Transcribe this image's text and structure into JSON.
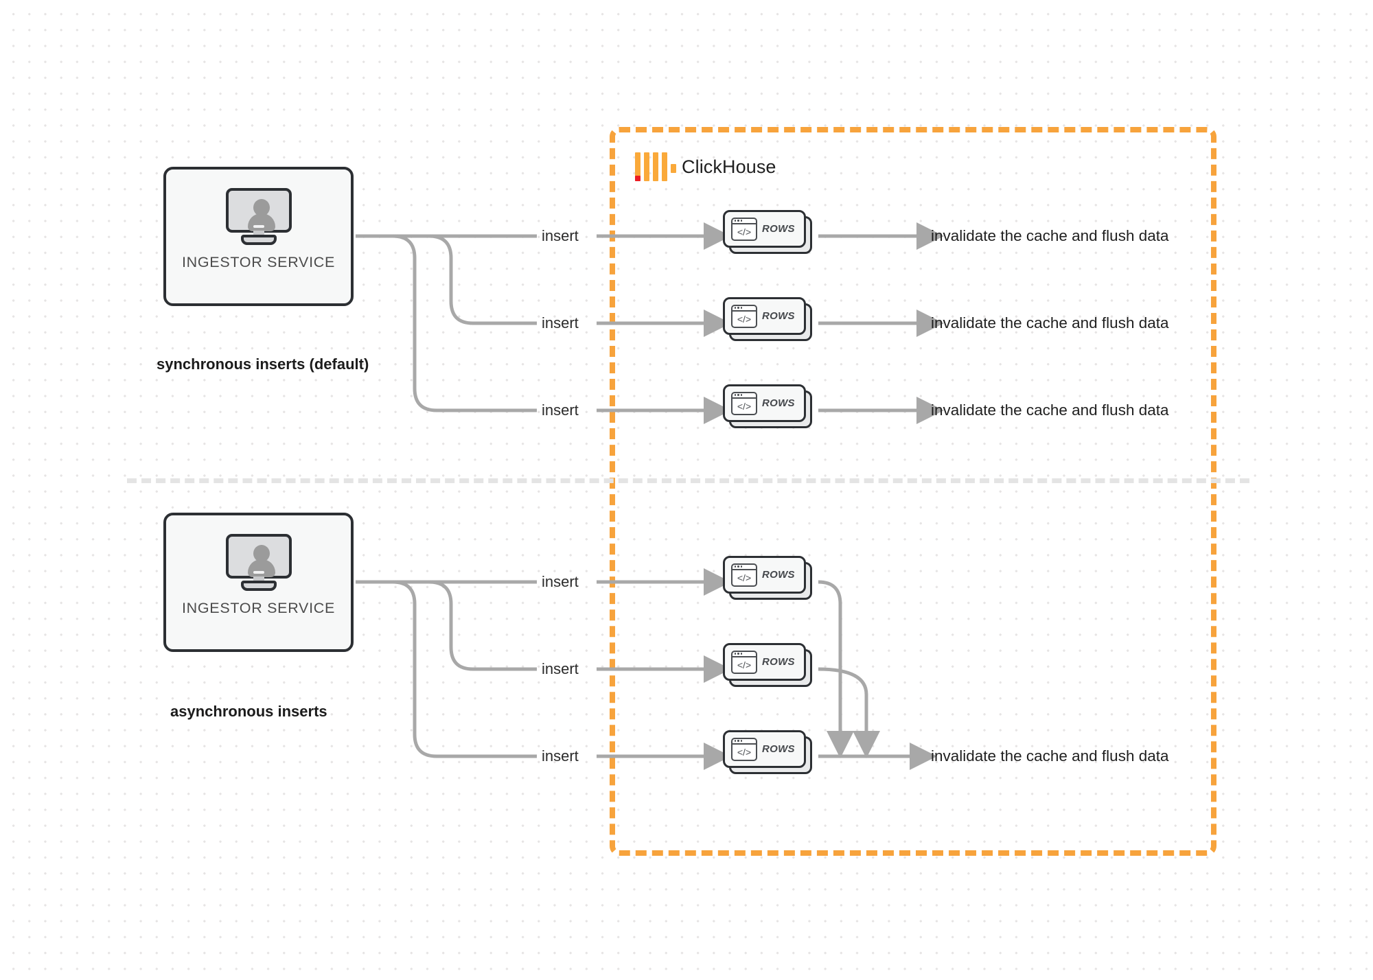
{
  "diagram": {
    "title": "ClickHouse synchronous vs asynchronous inserts",
    "background": "#ffffff",
    "dot_grid_color": "#e6e4e4",
    "colors": {
      "clickhouse_orange": "#f7a33c",
      "logo_orange": "#faa93a",
      "logo_red": "#ec1c24",
      "wire_gray": "#a8a8a8",
      "node_border": "#2c2f33",
      "node_fill": "#f7f8f8",
      "divider_gray": "#e2e2e2",
      "text_dark": "#1f1f1f"
    }
  },
  "clickhouse_region": {
    "brand_name": "ClickHouse",
    "logo_icon": "clickhouse-logo-icon"
  },
  "sections": [
    {
      "id": "synchronous",
      "label": "synchronous inserts (default)",
      "source": {
        "label": "INGESTOR SERVICE",
        "icon": "monitor-user-icon"
      },
      "flows": [
        {
          "insert_label": "insert",
          "node_label": "ROWS",
          "node_icon": "code-window-icon",
          "result_label": "invalidate the cache and flush data"
        },
        {
          "insert_label": "insert",
          "node_label": "ROWS",
          "node_icon": "code-window-icon",
          "result_label": "invalidate the cache and flush data"
        },
        {
          "insert_label": "insert",
          "node_label": "ROWS",
          "node_icon": "code-window-icon",
          "result_label": "invalidate the cache and flush data"
        }
      ]
    },
    {
      "id": "asynchronous",
      "label": "asynchronous inserts",
      "source": {
        "label": "INGESTOR SERVICE",
        "icon": "monitor-user-icon"
      },
      "flows": [
        {
          "insert_label": "insert",
          "node_label": "ROWS",
          "node_icon": "code-window-icon"
        },
        {
          "insert_label": "insert",
          "node_label": "ROWS",
          "node_icon": "code-window-icon"
        },
        {
          "insert_label": "insert",
          "node_label": "ROWS",
          "node_icon": "code-window-icon"
        }
      ],
      "merged_result_label": "invalidate the cache and flush data"
    }
  ]
}
